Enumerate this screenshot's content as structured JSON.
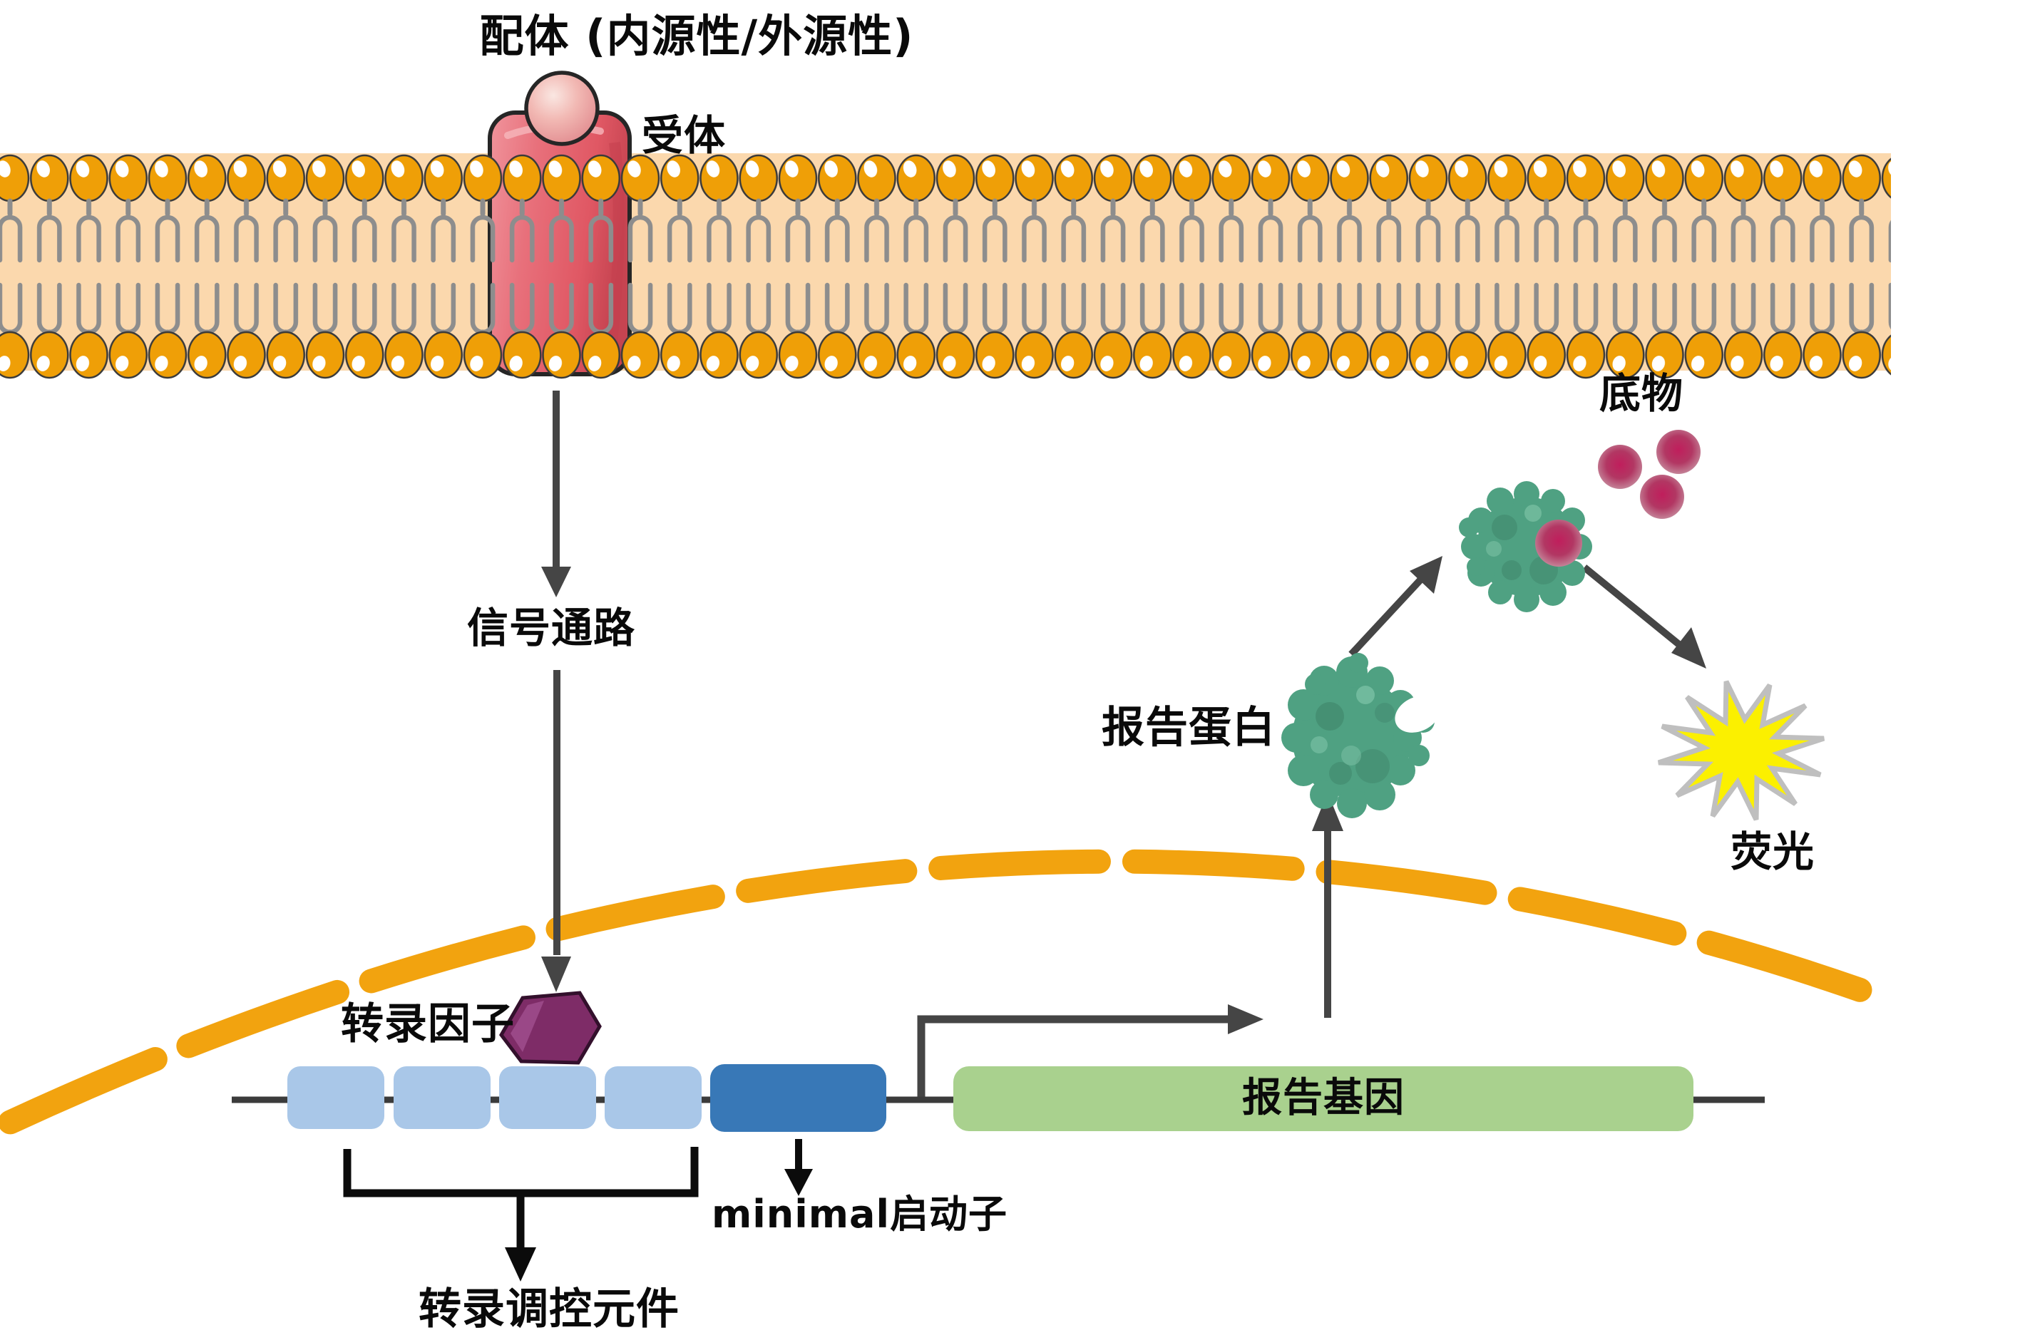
{
  "labels": {
    "ligand": "配体 (内源性/外源性)",
    "receptor": "受体",
    "signal_pathway": "信号通路",
    "transcription_factor": "转录因子",
    "regulatory_elements": "转录调控元件",
    "minimal_promoter": "minimal启动子",
    "reporter_gene": "报告基因",
    "reporter_protein": "报告蛋白",
    "substrate": "底物",
    "fluorescence": "荧光"
  },
  "counts": {
    "regulatory_element_boxes": 4,
    "free_substrate_spheres": 3,
    "bound_substrate_spheres": 1
  },
  "colors": {
    "text": "#0a0a0a",
    "membrane_band": "#FBD8AD",
    "lipid_head": "#EF9F07",
    "lipid_head_outline": "#3f3208",
    "lipid_tail": "#8D8D8D",
    "receptor_stroke": "#262626",
    "tf_hexagon": "#7E2C67",
    "tf_hexagon_outline": "#33102C",
    "tf_hexagon_highlight": "#9D4B8B",
    "enhancer_box": "#A9C7E8",
    "promoter_box": "#3878B7",
    "reporter_gene_box": "#A9D18E",
    "dna_line": "#3B3B3B",
    "nuclear_membrane": "#F2A30F",
    "arrow_gray": "#454545",
    "arrow_black": "#0B0B0B",
    "protein": "#4FA182",
    "protein_dark": "#3E8368",
    "protein_light": "#7FC4A8",
    "star_fill": "#FBF000",
    "star_outline": "#BFBFBF"
  }
}
